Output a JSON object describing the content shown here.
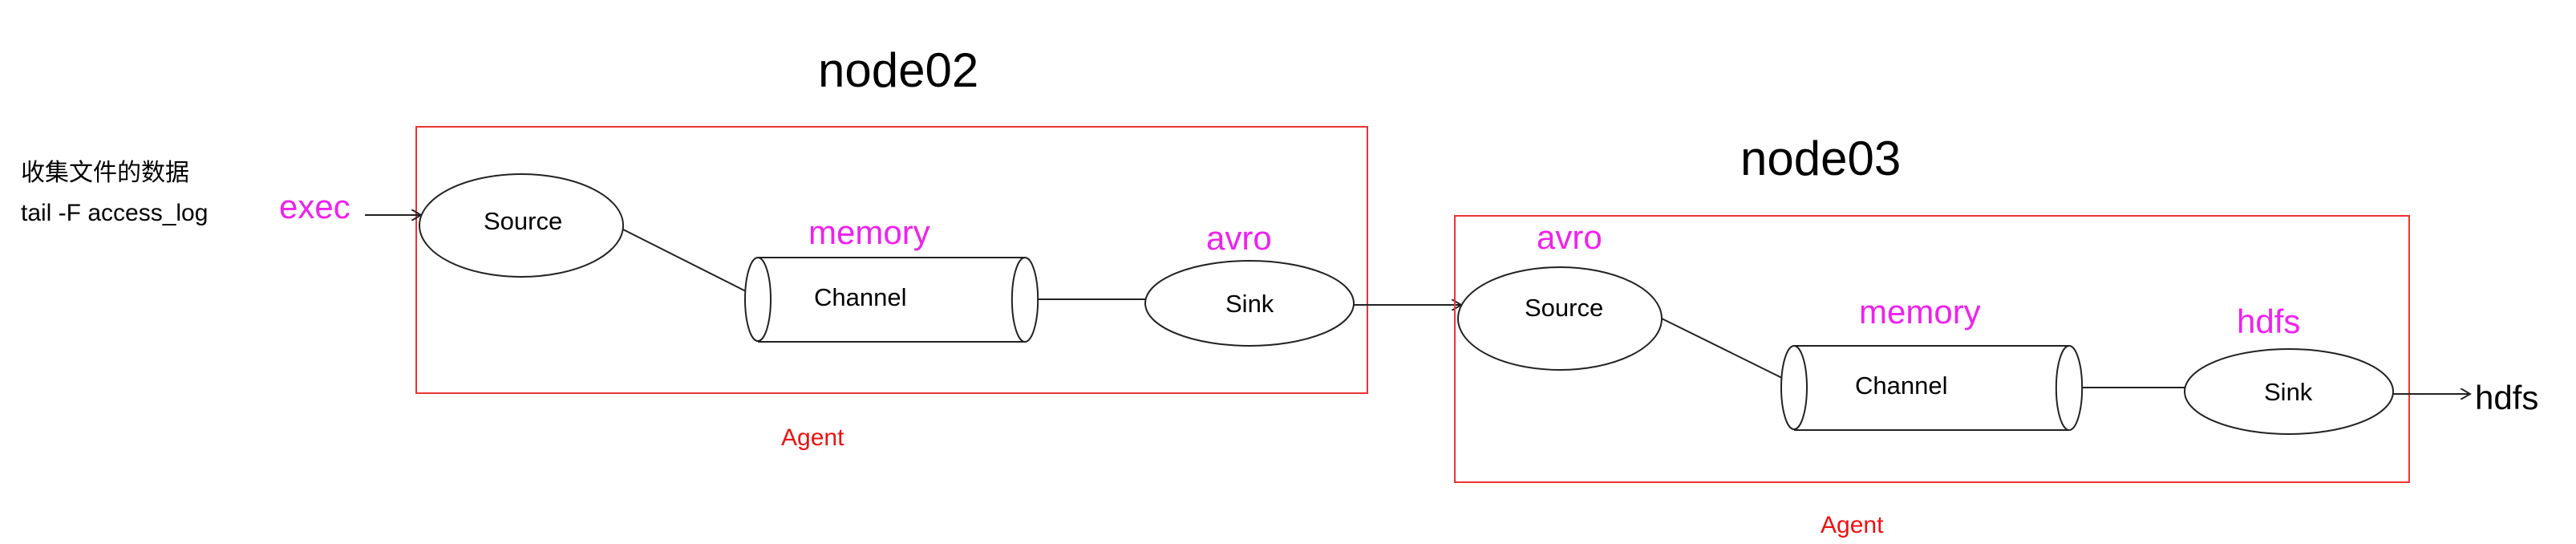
{
  "agents": [
    {
      "node": "node02",
      "label": "Agent",
      "source": {
        "label": "Source",
        "type": "exec"
      },
      "channel": {
        "label": "Channel",
        "type": "memory"
      },
      "sink": {
        "label": "Sink",
        "type": "avro"
      }
    },
    {
      "node": "node03",
      "label": "Agent",
      "source": {
        "label": "Source",
        "type": "avro"
      },
      "channel": {
        "label": "Channel",
        "type": "memory"
      },
      "sink": {
        "label": "Sink",
        "type": "hdfs"
      }
    }
  ],
  "input": {
    "line1": "收集文件的数据",
    "line2": "tail -F  access_log"
  },
  "output": "hdfs",
  "colors": {
    "box": "#ee3333",
    "type_label": "#ee22ee",
    "agent_label": "#ee1111",
    "stroke": "#222222"
  }
}
